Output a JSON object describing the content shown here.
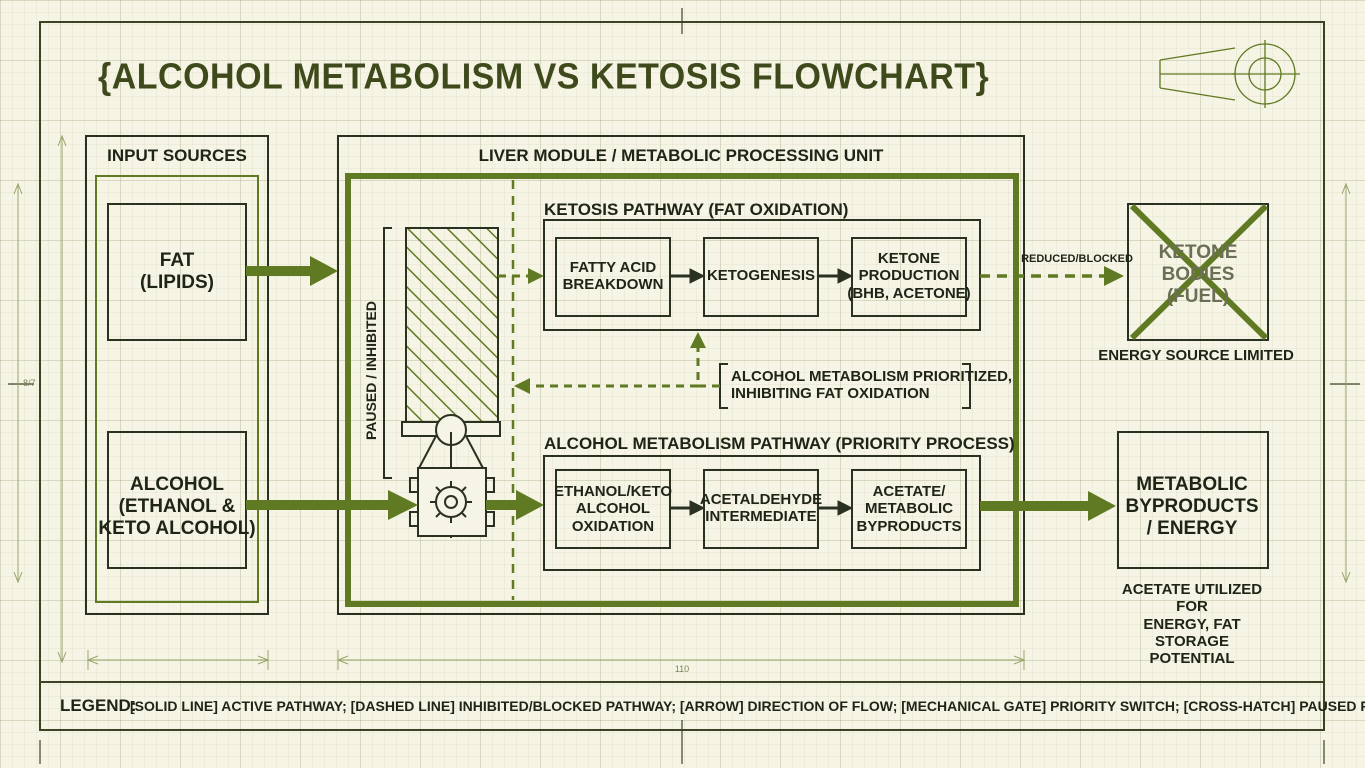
{
  "title": "{ALCOHOL METABOLISM VS KETOSIS FLOWCHART}",
  "input_sources": {
    "heading": "INPUT SOURCES",
    "fat": "FAT\n(LIPIDS)",
    "alcohol": "ALCOHOL\n(ETHANOL &\nKETO ALCOHOL)"
  },
  "liver": {
    "heading": "LIVER MODULE / METABOLIC PROCESSING UNIT",
    "paused_label": "PAUSED / INHIBITED",
    "ketosis_pathway": {
      "heading": "KETOSIS PATHWAY (FAT OXIDATION)",
      "steps": [
        "FATTY ACID\nBREAKDOWN",
        "KETOGENESIS",
        "KETONE\nPRODUCTION\n(BHB, ACETONE)"
      ]
    },
    "inhibition_note": "ALCOHOL METABOLISM PRIORITIZED,\nINHIBITING FAT OXIDATION",
    "alcohol_pathway": {
      "heading": "ALCOHOL METABOLISM PATHWAY (PRIORITY PROCESS)",
      "steps": [
        "ETHANOL/KETO\nALCOHOL\nOXIDATION",
        "ACETALDEHYDE\nINTERMEDIATE",
        "ACETATE/\nMETABOLIC\nBYPRODUCTS"
      ]
    }
  },
  "outputs": {
    "blocked_label": "REDUCED/BLOCKED",
    "ketone_bodies": "KETONE\nBODIES\n(FUEL)",
    "ketone_caption": "ENERGY SOURCE LIMITED",
    "byproducts": "METABOLIC\nBYPRODUCTS\n/ ENERGY",
    "byproducts_caption": "ACETATE UTILIZED FOR\nENERGY, FAT STORAGE\nPOTENTIAL"
  },
  "legend": {
    "label": "LEGEND:",
    "text": "[SOLID LINE] ACTIVE PATHWAY; [DASHED LINE] INHIBITED/BLOCKED PATHWAY; [ARROW] DIRECTION OF FLOW; [MECHANICAL GATE] PRIORITY SWITCH; [CROSS-HATCH] PAUSED PROCESS"
  },
  "dimension_labels": {
    "side": "8/7",
    "bottom": "110"
  },
  "colors": {
    "accent": "#5f7a22",
    "ink": "#1e2416",
    "paper": "#f6f4e4",
    "title": "#3f4a1c"
  }
}
